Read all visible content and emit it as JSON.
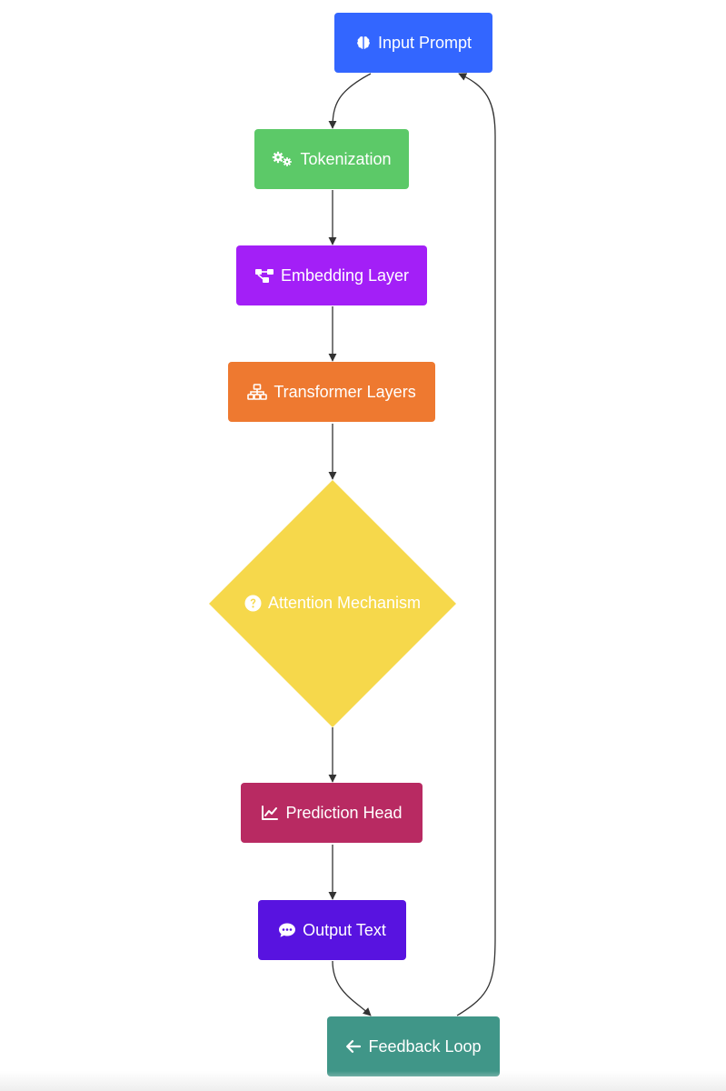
{
  "diagram": {
    "nodes": {
      "input_prompt": {
        "label": "Input Prompt",
        "icon": "brain-icon",
        "color": "#3366ff"
      },
      "tokenization": {
        "label": "Tokenization",
        "icon": "gears-icon",
        "color": "#5cc968"
      },
      "embedding_layer": {
        "label": "Embedding Layer",
        "icon": "network-nodes-icon",
        "color": "#a31ff7"
      },
      "transformer_layers": {
        "label": "Transformer Layers",
        "icon": "hierarchy-icon",
        "color": "#ee7930"
      },
      "attention_mechanism": {
        "label": "Attention Mechanism",
        "icon": "question-circle-icon",
        "color": "#f6d84b"
      },
      "prediction_head": {
        "label": "Prediction Head",
        "icon": "chart-line-icon",
        "color": "#b82a62"
      },
      "output_text": {
        "label": "Output Text",
        "icon": "comment-dots-icon",
        "color": "#5813e0"
      },
      "feedback_loop": {
        "label": "Feedback Loop",
        "icon": "arrow-left-icon",
        "color": "#409688"
      }
    },
    "edges": [
      {
        "from": "Input Prompt",
        "to": "Tokenization"
      },
      {
        "from": "Tokenization",
        "to": "Embedding Layer"
      },
      {
        "from": "Embedding Layer",
        "to": "Transformer Layers"
      },
      {
        "from": "Transformer Layers",
        "to": "Attention Mechanism"
      },
      {
        "from": "Attention Mechanism",
        "to": "Prediction Head"
      },
      {
        "from": "Prediction Head",
        "to": "Output Text"
      },
      {
        "from": "Output Text",
        "to": "Feedback Loop"
      },
      {
        "from": "Feedback Loop",
        "to": "Input Prompt"
      }
    ],
    "edge_color": "#333333"
  }
}
